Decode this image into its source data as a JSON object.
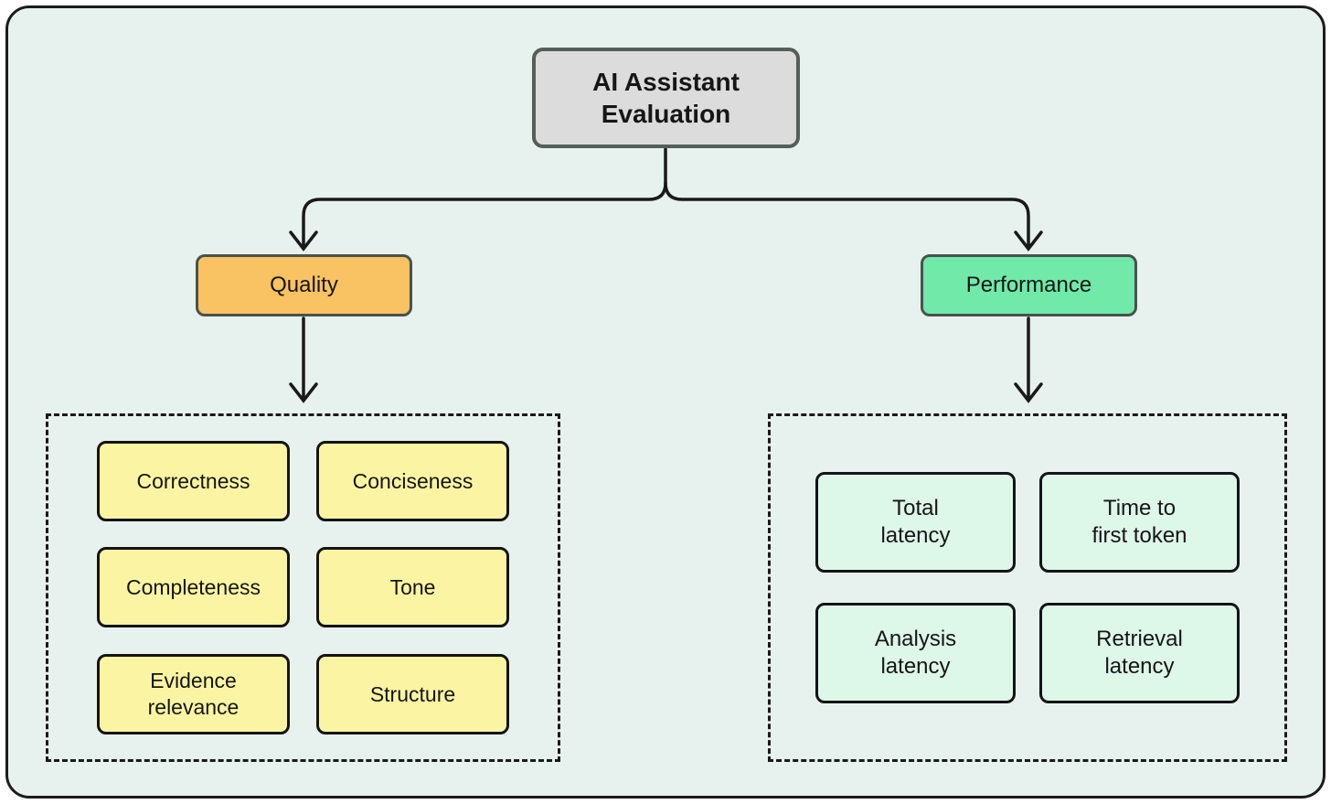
{
  "diagram": {
    "root": {
      "label": "AI Assistant\nEvaluation"
    },
    "branches": {
      "quality": {
        "label": "Quality"
      },
      "performance": {
        "label": "Performance"
      }
    },
    "quality_group": {
      "items": [
        {
          "label": "Correctness"
        },
        {
          "label": "Conciseness"
        },
        {
          "label": "Completeness"
        },
        {
          "label": "Tone"
        },
        {
          "label": "Evidence\nrelevance"
        },
        {
          "label": "Structure"
        }
      ]
    },
    "performance_group": {
      "items": [
        {
          "label": "Total\nlatency"
        },
        {
          "label": "Time to\nfirst token"
        },
        {
          "label": "Analysis\nlatency"
        },
        {
          "label": "Retrieval\nlatency"
        }
      ]
    },
    "colors": {
      "canvas_bg": "#e7f2ee",
      "canvas_border": "#1c1c1c",
      "root_fill": "#dcdcdc",
      "root_border": "#565e58",
      "quality_fill": "#f9c262",
      "performance_fill": "#70e9a9",
      "branch_border": "#49524c",
      "leaf_yellow_fill": "#fbf5a3",
      "leaf_mint_fill": "#ddf7e9",
      "leaf_border": "#141414",
      "line_color": "#1a1a1a"
    }
  }
}
